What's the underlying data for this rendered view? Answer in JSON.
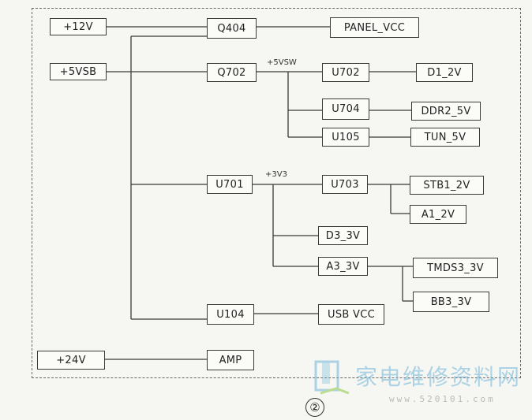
{
  "boxes": {
    "v12": "+12V",
    "v5vsb": "+5VSB",
    "v24": "+24V",
    "q404": "Q404",
    "q702": "Q702",
    "u701": "U701",
    "u104": "U104",
    "amp": "AMP",
    "panel_vcc": "PANEL_VCC",
    "u702": "U702",
    "u704": "U704",
    "u105": "U105",
    "d1_2v": "D1_2V",
    "ddr2_5v": "DDR2_5V",
    "tun_5v": "TUN_5V",
    "u703": "U703",
    "stb1_2v": "STB1_2V",
    "a1_2v": "A1_2V",
    "d3_3v": "D3_3V",
    "a3_3v": "A3_3V",
    "tmds3_3v": "TMDS3_3V",
    "bb3_3v": "BB3_3V",
    "usb_vcc": "USB VCC"
  },
  "rails": {
    "v5sw": "+5VSW",
    "v3v3": "+3V3"
  },
  "figure_number": "②",
  "watermark": {
    "text": "家电维修资料网",
    "url": "www.520101.com",
    "color": "#6fb6d9"
  }
}
